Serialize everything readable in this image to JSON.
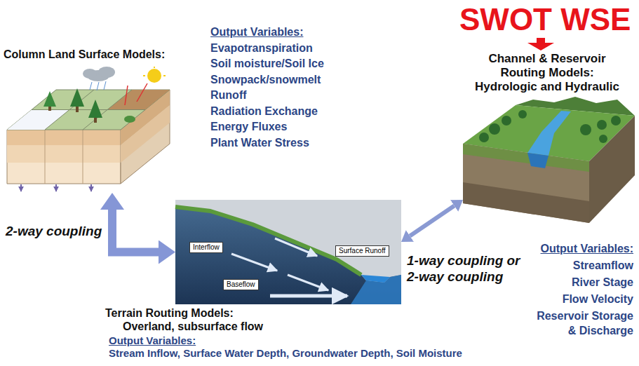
{
  "diagram": {
    "nodes": [
      {
        "text": [
          "Column Land Surface Models:",
          "Output Variables:",
          "Evapotranspiration",
          "Soil moisture/Soil Ice",
          "Snowpack/snowmelt",
          "Runoff",
          "Radiation Exchange",
          "Energy Fluxes",
          "Plant Water Stress"
        ]
      },
      {
        "text": [
          "Channel & Reservoir Routing Models: Hydrologic and Hydraulic",
          "Output Variables:",
          "Streamflow",
          "River Stage",
          "Flow Velocity",
          "Reservoir Storage & Discharge"
        ]
      },
      {
        "text": [
          "Terrain Routing Models:",
          "Overland, subsurface flow",
          "Output Variables:",
          "Stream Inflow, Surface Water Depth, Groundwater Depth, Soil Moisture"
        ]
      },
      {
        "text": [
          "Interflow"
        ],
        "in": 2
      },
      {
        "text": [
          "Surface Runoff"
        ],
        "in": 2
      },
      {
        "text": [
          "Baseflow"
        ],
        "in": 2
      }
    ],
    "edges": [
      {
        "from": 0,
        "to": 2,
        "arrow": "both",
        "label": "2-way coupling"
      },
      {
        "from": 2,
        "to": 1,
        "arrow": "both",
        "label": "1-way coupling or 2-way coupling"
      }
    ],
    "labels": [
      "SWOT WSE"
    ]
  }
}
